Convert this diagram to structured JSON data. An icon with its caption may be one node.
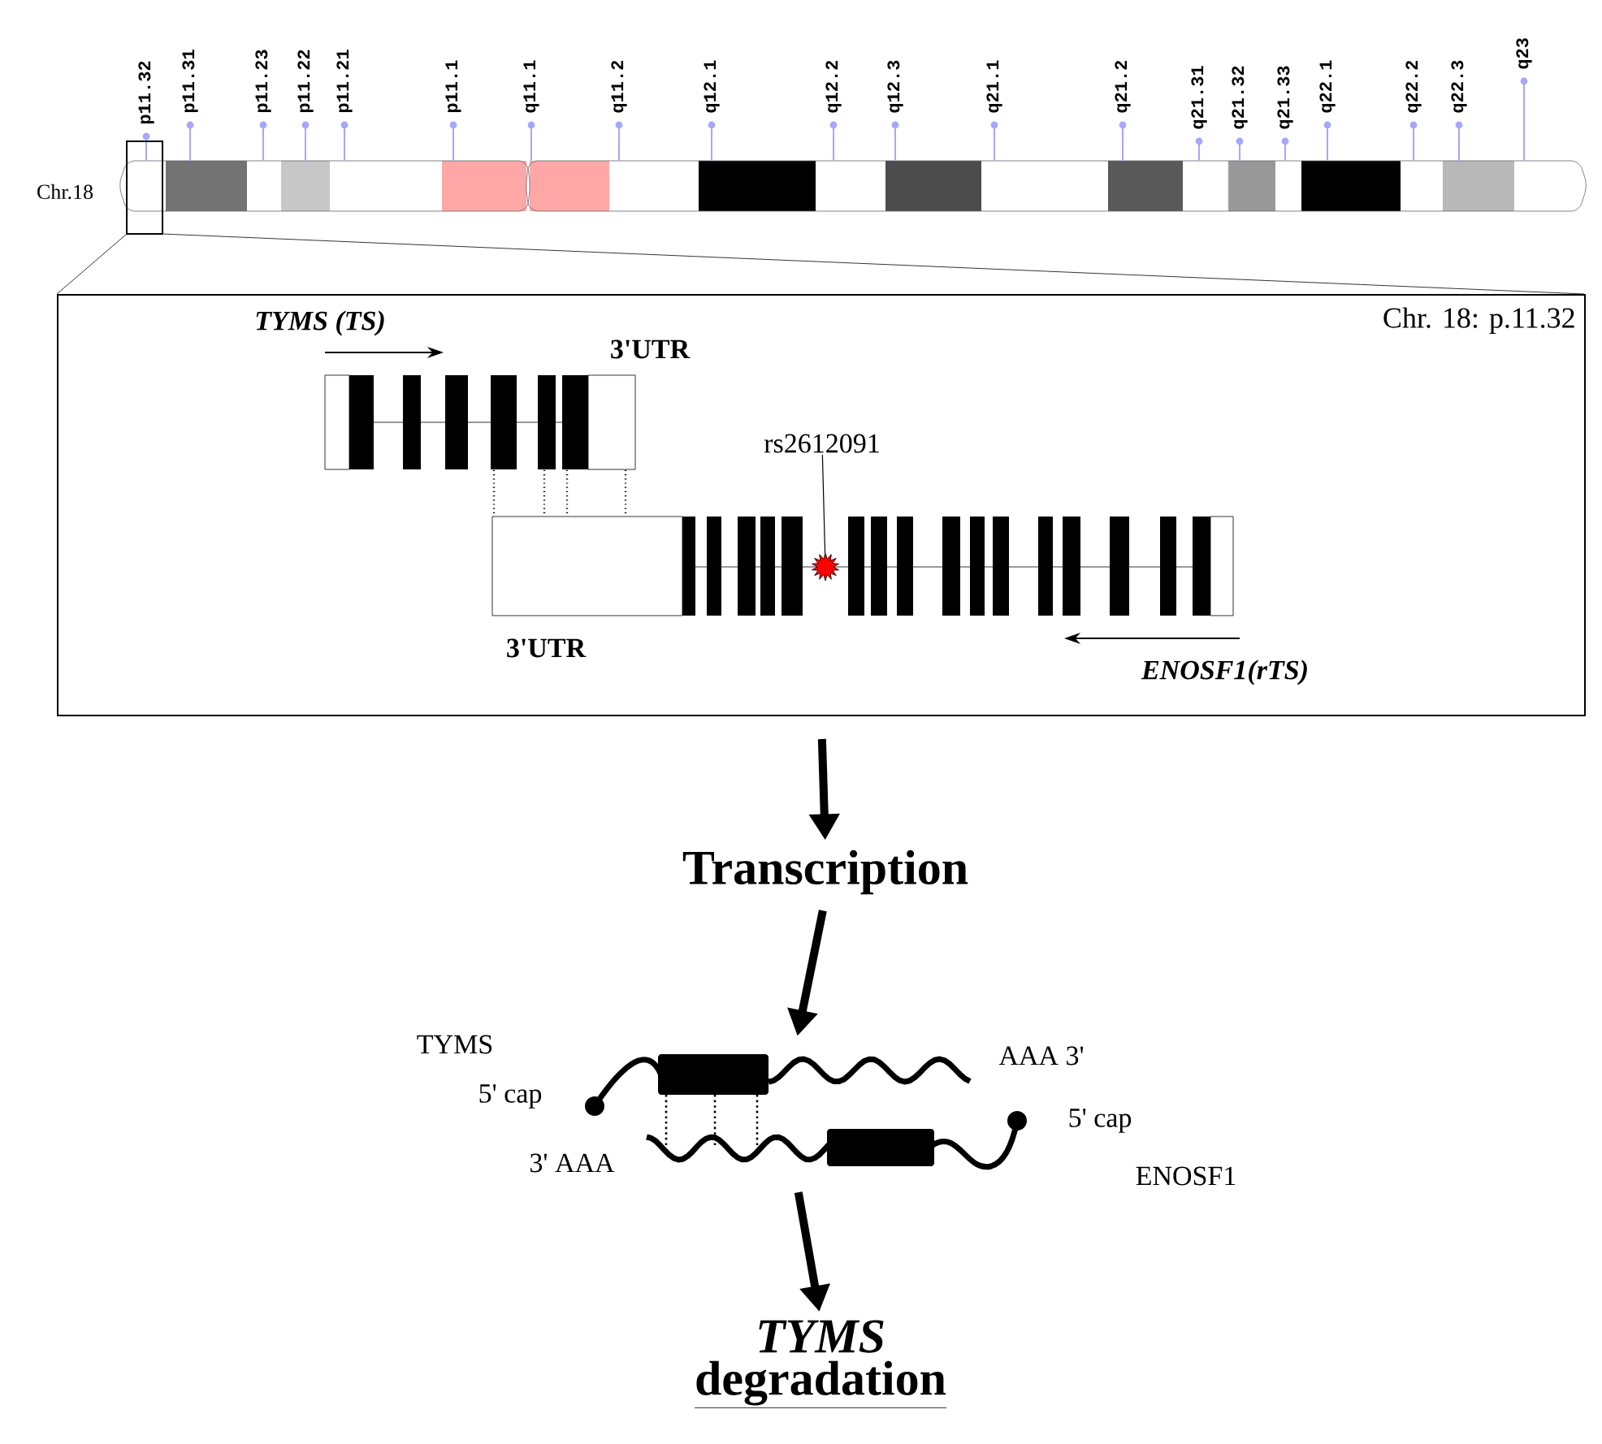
{
  "diagram": {
    "nodes": [
      {
        "text": [
          "Chr. 18: p.11.32"
        ]
      },
      {
        "text": [],
        "shape": "picture",
        "in": 0,
        "beside": [
          "TYMS (TS)",
          "3'UTR"
        ]
      },
      {
        "text": [
          "rs2612091"
        ],
        "in": 0
      },
      {
        "text": [],
        "shape": "picture",
        "in": 0,
        "beside": [
          "3'UTR",
          "ENOSF1(rTS)"
        ]
      },
      {
        "text": [],
        "shape": "star",
        "in": 3
      },
      {
        "text": [
          "Transcription"
        ]
      },
      {
        "text": [],
        "shape": "picture",
        "beside": [
          "TYMS",
          "5' cap",
          "AAA 3'",
          "5' cap",
          "3' AAA",
          "ENOSF1"
        ]
      },
      {
        "text": [
          "TYMS",
          "degradation"
        ]
      }
    ],
    "edges": [
      {
        "from": 0,
        "to": 5,
        "arrow": "to",
        "style": "thick"
      },
      {
        "from": 5,
        "to": 6,
        "arrow": "to",
        "style": "thick"
      },
      {
        "from": 6,
        "to": 7,
        "arrow": "to",
        "style": "thick"
      },
      {
        "from": 2,
        "to": 4,
        "arrow": "none"
      },
      {
        "from": 1,
        "to": 3,
        "arrow": "none",
        "style": "dashed"
      },
      {
        "from": 1,
        "to": 3,
        "arrow": "none",
        "style": "dashed"
      },
      {
        "from": 1,
        "to": 3,
        "arrow": "none",
        "style": "dashed"
      },
      {
        "from": 1,
        "to": 3,
        "arrow": "none",
        "style": "dashed"
      }
    ],
    "labels": [
      "Chr.18",
      "p11.32",
      "p11.31",
      "p11.23",
      "p11.22",
      "p11.21",
      "p11.1",
      "q11.1",
      "q11.2",
      "q12.1",
      "q12.2",
      "q12.3",
      "q21.1",
      "q21.2",
      "q21.31",
      "q21.32",
      "q21.33",
      "q22.1",
      "q22.2",
      "q22.3",
      "q23"
    ]
  }
}
